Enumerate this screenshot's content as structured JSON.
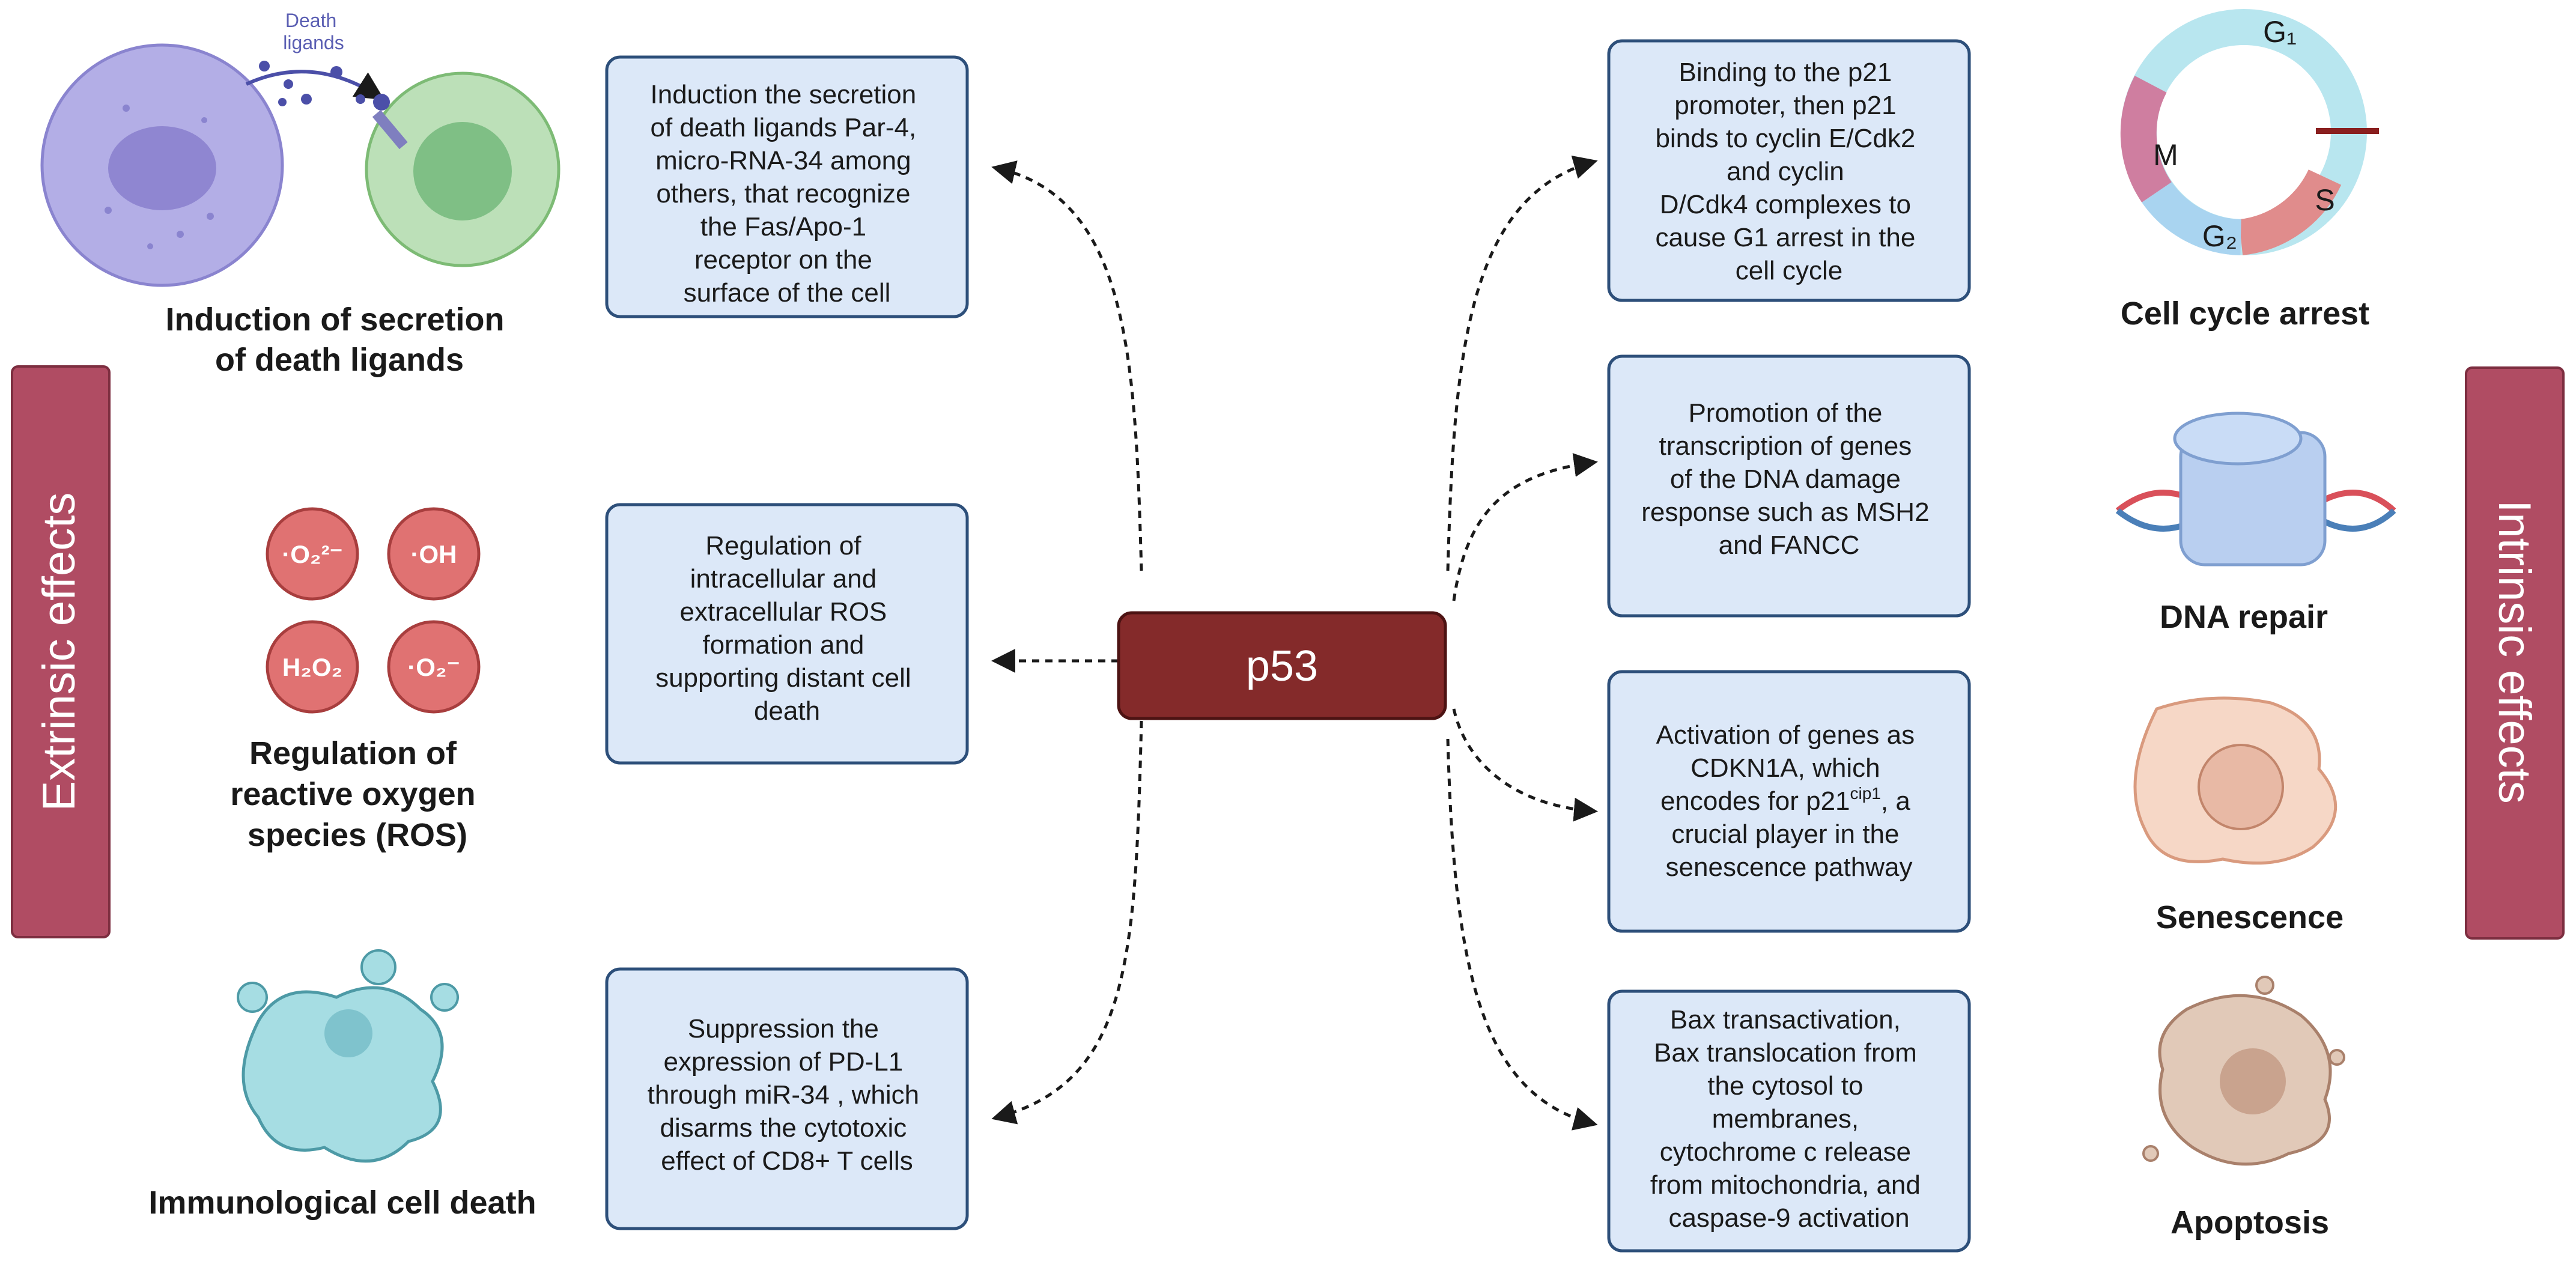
{
  "center": {
    "label": "p53"
  },
  "sides": {
    "left": "Extrinsic effects",
    "right": "Intrinsic effects"
  },
  "left_items": [
    {
      "caption": [
        "Induction of secretion",
        "of death ligands"
      ],
      "box": [
        "Induction the secretion",
        "of death ligands Par-4,",
        "micro-RNA-34 among",
        "others, that recognize",
        "the Fas/Apo-1",
        "receptor on the",
        "surface of the cell"
      ]
    },
    {
      "caption": [
        "Regulation of",
        "reactive oxygen",
        "species (ROS)"
      ],
      "box": [
        "Regulation of",
        "intracellular and",
        "extracellular ROS",
        "formation and",
        "supporting distant cell",
        "death"
      ]
    },
    {
      "caption": [
        "Immunological cell death"
      ],
      "box": [
        "Suppression the",
        "expression of PD-L1",
        "through miR-34 , which",
        "disarms the cytotoxic",
        "effect of CD8+ T cells"
      ]
    }
  ],
  "right_items": [
    {
      "caption": [
        "Cell cycle arrest"
      ],
      "box": [
        "Binding to the p21",
        "promoter, then p21",
        "binds to cyclin E/Cdk2",
        "and cyclin",
        "D/Cdk4 complexes to",
        "cause G1 arrest in the",
        "cell cycle"
      ]
    },
    {
      "caption": [
        "DNA repair"
      ],
      "box": [
        "Promotion of the",
        "transcription of genes",
        "of the DNA damage",
        "response such as MSH2",
        "and FANCC"
      ]
    },
    {
      "caption": [
        "Senescence"
      ],
      "box": [
        "Activation of genes as",
        "CDKN1A, which",
        "encodes for p21",
        "crucial player in the",
        "senescence pathway"
      ],
      "superscript": "cip1",
      "suffix": ", a"
    },
    {
      "caption": [
        "Apoptosis"
      ],
      "box": [
        "Bax transactivation,",
        "Bax translocation from",
        "the cytosol to",
        "membranes,",
        "cytochrome c release",
        "from mitochondria, and",
        "caspase-9 activation"
      ]
    }
  ],
  "death_ligands_label": [
    "Death",
    "ligands"
  ],
  "ros_species": [
    "·O₂²⁻",
    "·OH",
    "H₂O₂",
    "·O₂⁻"
  ],
  "cell_cycle_phases": [
    "G₁",
    "S",
    "G₂",
    "M"
  ],
  "colors": {
    "box_fill": "#dce8f8",
    "box_stroke": "#2d4f7a",
    "p53_fill": "#842a2a",
    "side_fill": "#b04c63",
    "ros_fill": "#e07272"
  }
}
